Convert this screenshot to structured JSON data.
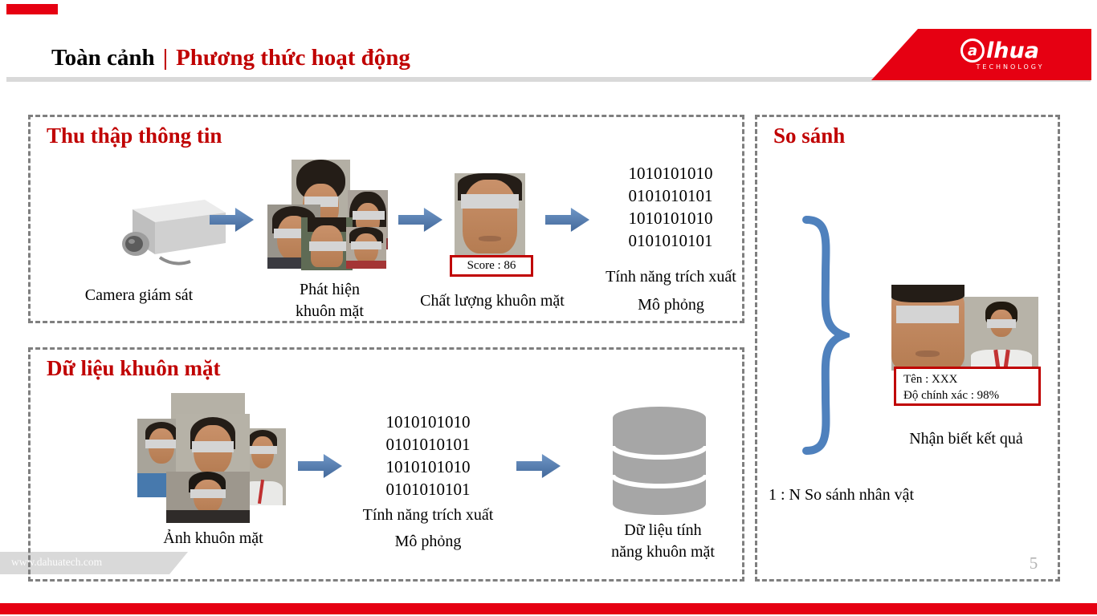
{
  "header": {
    "title_black": "Toàn cảnh",
    "separator": "|",
    "title_red": "Phương thức hoạt động"
  },
  "logo": {
    "brand_a": "a",
    "brand_rest": "lhua",
    "subtitle": "TECHNOLOGY"
  },
  "footer": {
    "website": "www.dahuatech.com",
    "page_number": "5"
  },
  "collect": {
    "title": "Thu thập thông tin",
    "camera_label": "Camera giám sát",
    "detect_label": "Phát hiện\nkhuôn mặt",
    "quality_label": "Chất lượng khuôn mặt",
    "score_label": "Score : 86",
    "binary": "1010101010\n0101010101\n1010101010\n0101010101",
    "feature_label": "Tính năng trích xuất",
    "simulation_label": "Mô phỏng"
  },
  "facedata": {
    "title": "Dữ liệu khuôn mặt",
    "photos_label": "Ảnh khuôn mặt",
    "binary": "1010101010\n0101010101\n1010101010\n0101010101",
    "feature_label": "Tính năng trích xuất",
    "simulation_label": "Mô phỏng",
    "database_label": "Dữ liệu tính\nnăng khuôn mặt"
  },
  "compare": {
    "title": "So sánh",
    "result_name": "Tên : XXX",
    "result_accuracy": "Độ chính xác : 98%",
    "result_label": "Nhận biết kết quả",
    "match_label": "1 : N So sánh nhân vật"
  },
  "colors": {
    "accent_red": "#e60012",
    "title_red": "#c00000",
    "arrow_blue": "#4f81bd",
    "dash_gray": "#7f7f7f"
  }
}
